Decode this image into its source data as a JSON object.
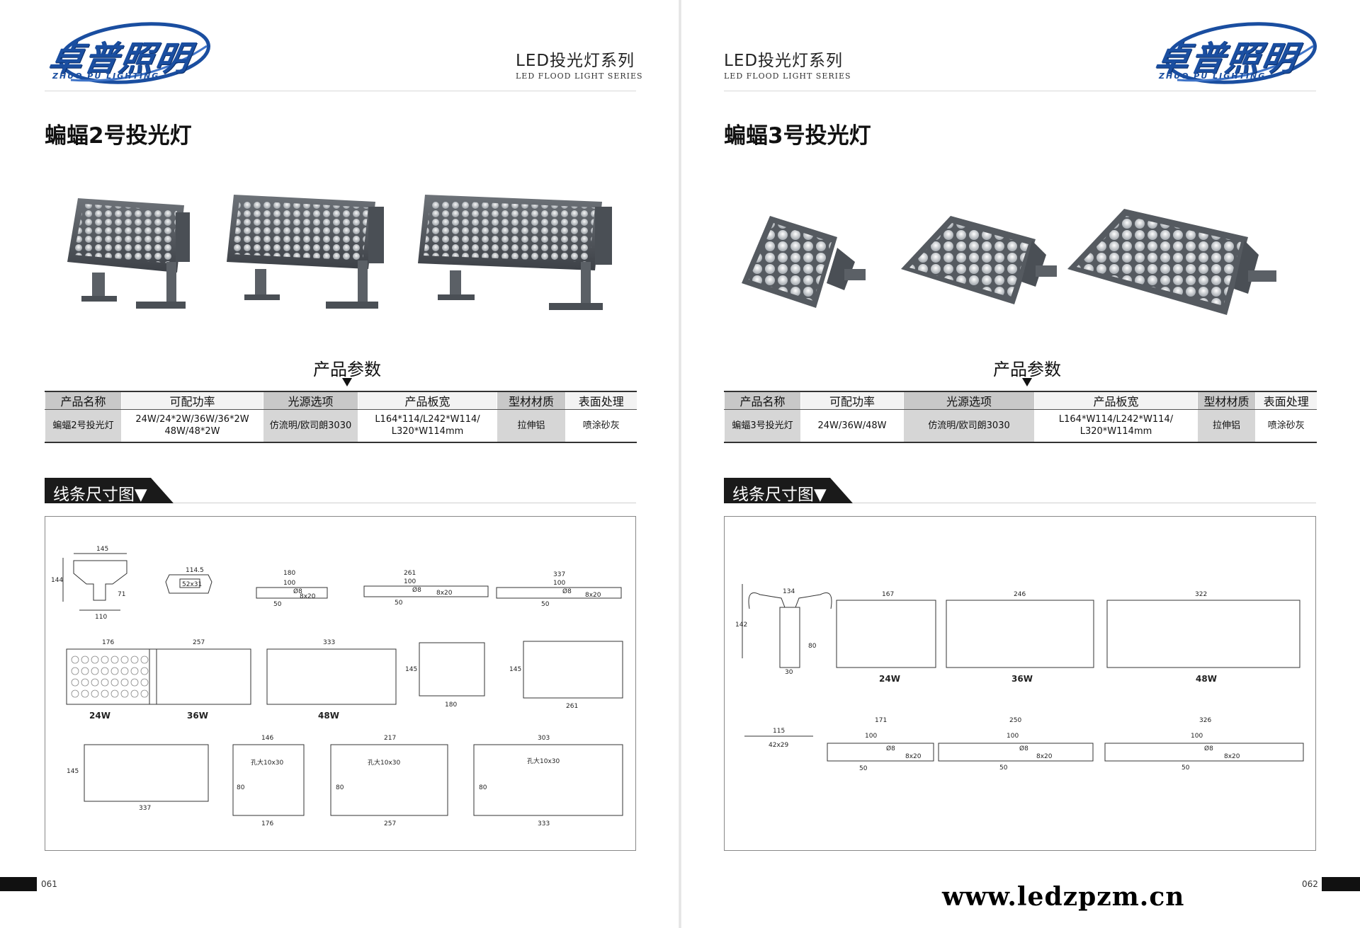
{
  "brand": {
    "name_cn": "卓普照明",
    "name_en": "ZHUO PU LIGHTING",
    "color": "#1a4ea0"
  },
  "series": {
    "title_cn": "LED投光灯系列",
    "title_en": "LED FLOOD LIGHT SERIES"
  },
  "left_page": {
    "product_title": "蝙蝠2号投光灯",
    "params_title": "产品参数",
    "table": {
      "headers": [
        "产品名称",
        "可配功率",
        "光源选项",
        "产品板宽",
        "型材材质",
        "表面处理"
      ],
      "row": [
        "蝙蝠2号投光灯",
        "24W/24*2W/36W/36*2W 48W/48*2W",
        "仿流明/欧司朗3030",
        "L164*114/L242*W114/ L320*W114mm",
        "拉伸铝",
        "喷涂砂灰"
      ]
    },
    "section_title": "线条尺寸图▼",
    "page_number": "061",
    "drawing": {
      "bracket_dims": [
        "145",
        "144",
        "71",
        "110"
      ],
      "profile_dims": [
        "114.5",
        "52x31"
      ],
      "mount_dims": [
        [
          "180",
          "100",
          "Ø8",
          "8x20",
          "50"
        ],
        [
          "261",
          "100",
          "Ø8",
          "8x20",
          "50"
        ],
        [
          "337",
          "100",
          "Ø8",
          "8x20",
          "50"
        ]
      ],
      "front_views": [
        {
          "width": "176",
          "label": "24W"
        },
        {
          "width": "257",
          "label": "36W"
        },
        {
          "width": "333",
          "label": "48W"
        }
      ],
      "side_views": [
        {
          "height": "145",
          "width": "180"
        },
        {
          "height": "145",
          "width": "261"
        },
        {
          "height": "145",
          "width": "337"
        }
      ],
      "back_views": [
        {
          "top": "146",
          "bottom": "176",
          "hole": "孔大10x30",
          "h": "80"
        },
        {
          "top": "217",
          "bottom": "257",
          "hole": "孔大10x30",
          "h": "80"
        },
        {
          "top": "303",
          "bottom": "333",
          "hole": "孔大10x30",
          "h": "80"
        }
      ]
    }
  },
  "right_page": {
    "product_title": "蝙蝠3号投光灯",
    "params_title": "产品参数",
    "table": {
      "headers": [
        "产品名称",
        "可配功率",
        "光源选项",
        "产品板宽",
        "型材材质",
        "表面处理"
      ],
      "row": [
        "蝙蝠3号投光灯",
        "24W/36W/48W",
        "仿流明/欧司朗3030",
        "L164*W114/L242*W114/ L320*W114mm",
        "拉伸铝",
        "喷涂砂灰"
      ]
    },
    "section_title": "线条尺寸图▼",
    "page_number": "062",
    "website": "www.ledzpzm.cn",
    "drawing": {
      "bracket_dims": [
        "134",
        "142",
        "80",
        "30"
      ],
      "front_views": [
        {
          "width": "167",
          "label": "24W"
        },
        {
          "width": "246",
          "label": "36W"
        },
        {
          "width": "322",
          "label": "48W"
        }
      ],
      "profile_dims": [
        "115",
        "42x29"
      ],
      "mount_dims": [
        [
          "171",
          "100",
          "Ø8",
          "8x20",
          "50"
        ],
        [
          "250",
          "100",
          "Ø8",
          "8x20",
          "50"
        ],
        [
          "326",
          "100",
          "Ø8",
          "8x20",
          "50"
        ]
      ]
    }
  }
}
